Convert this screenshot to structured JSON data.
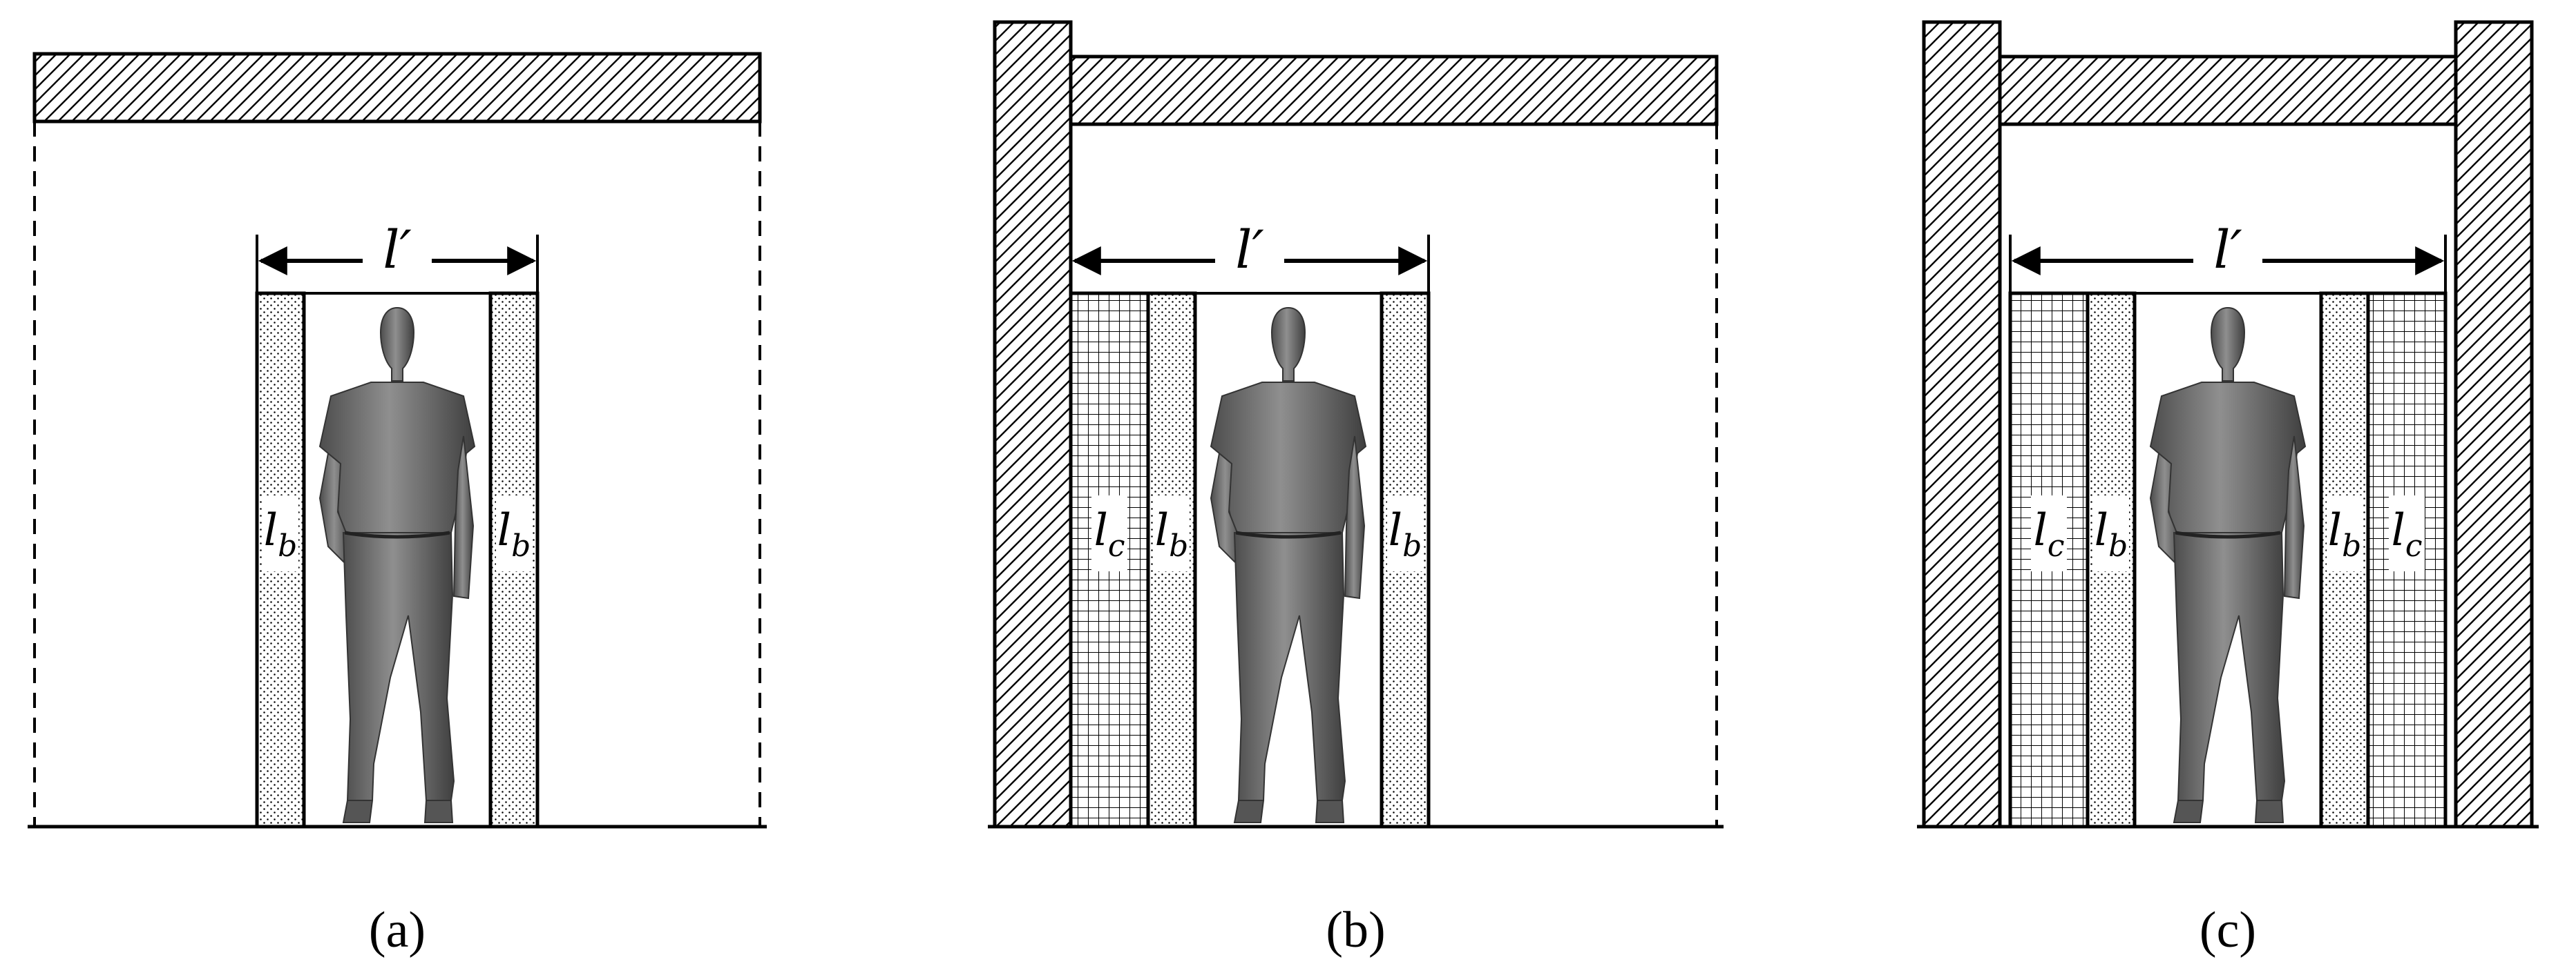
{
  "diagram": {
    "panels": [
      {
        "id": "a",
        "caption": "(a)",
        "dimension_label": {
          "main": "l",
          "prime": "′"
        },
        "segments": [
          {
            "kind": "b",
            "base": "l",
            "sub": "b"
          },
          {
            "kind": "b",
            "base": "l",
            "sub": "b"
          }
        ]
      },
      {
        "id": "b",
        "caption": "(b)",
        "dimension_label": {
          "main": "l",
          "prime": "′"
        },
        "segments": [
          {
            "kind": "c",
            "base": "l",
            "sub": "c"
          },
          {
            "kind": "b",
            "base": "l",
            "sub": "b"
          },
          {
            "kind": "b",
            "base": "l",
            "sub": "b"
          }
        ]
      },
      {
        "id": "c",
        "caption": "(c)",
        "dimension_label": {
          "main": "l",
          "prime": "′"
        },
        "segments": [
          {
            "kind": "c",
            "base": "l",
            "sub": "c"
          },
          {
            "kind": "b",
            "base": "l",
            "sub": "b"
          },
          {
            "kind": "b",
            "base": "l",
            "sub": "b"
          },
          {
            "kind": "c",
            "base": "l",
            "sub": "c"
          }
        ]
      }
    ]
  }
}
